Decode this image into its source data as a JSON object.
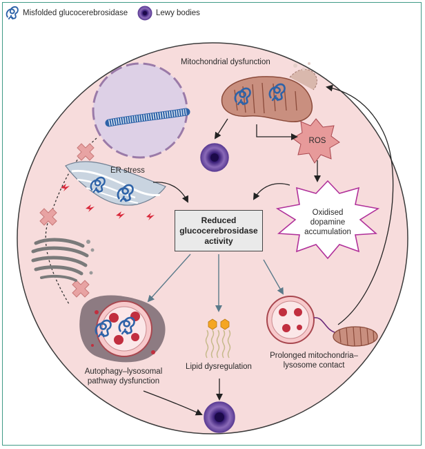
{
  "legend": {
    "misfolded_label": "Misfolded glucocerebrosidase",
    "lewy_label": "Lewy bodies"
  },
  "center": {
    "label": "Reduced glucocerebrosidase activity"
  },
  "labels": {
    "mitochondrial_dysfunction": "Mitochondrial dysfunction",
    "er_stress": "ER stress",
    "ros": "ROS",
    "oxidised_dopamine": "Oxidised dopamine accumulation",
    "autophagy": "Autophagy–lysosomal pathway dysfunction",
    "lipid": "Lipid dysregulation",
    "prolonged_contact": "Prolonged mitochondria–lysosome contact"
  },
  "colors": {
    "frame": "#3f9a86",
    "circle_fill": "#f7dcdc",
    "nucleus_fill": "#ddd0e6",
    "nucleus_border": "#9a7aa8",
    "protein": "#2e63a8",
    "lewy_outer": "#8a6ab8",
    "lewy_inner": "#2a1560",
    "mito_fill": "#c98f7f",
    "mito_dark": "#8a4a3a",
    "er_fill": "#c9d4e0",
    "ros_fill": "#e79a9a",
    "oxidised_border": "#b0309a",
    "lyso_red": "#c12f3f",
    "lipid_head": "#f5a623",
    "cross": "#e8a3a3",
    "bolt": "#d8283a",
    "arrow_grey": "#5a7a8a"
  }
}
